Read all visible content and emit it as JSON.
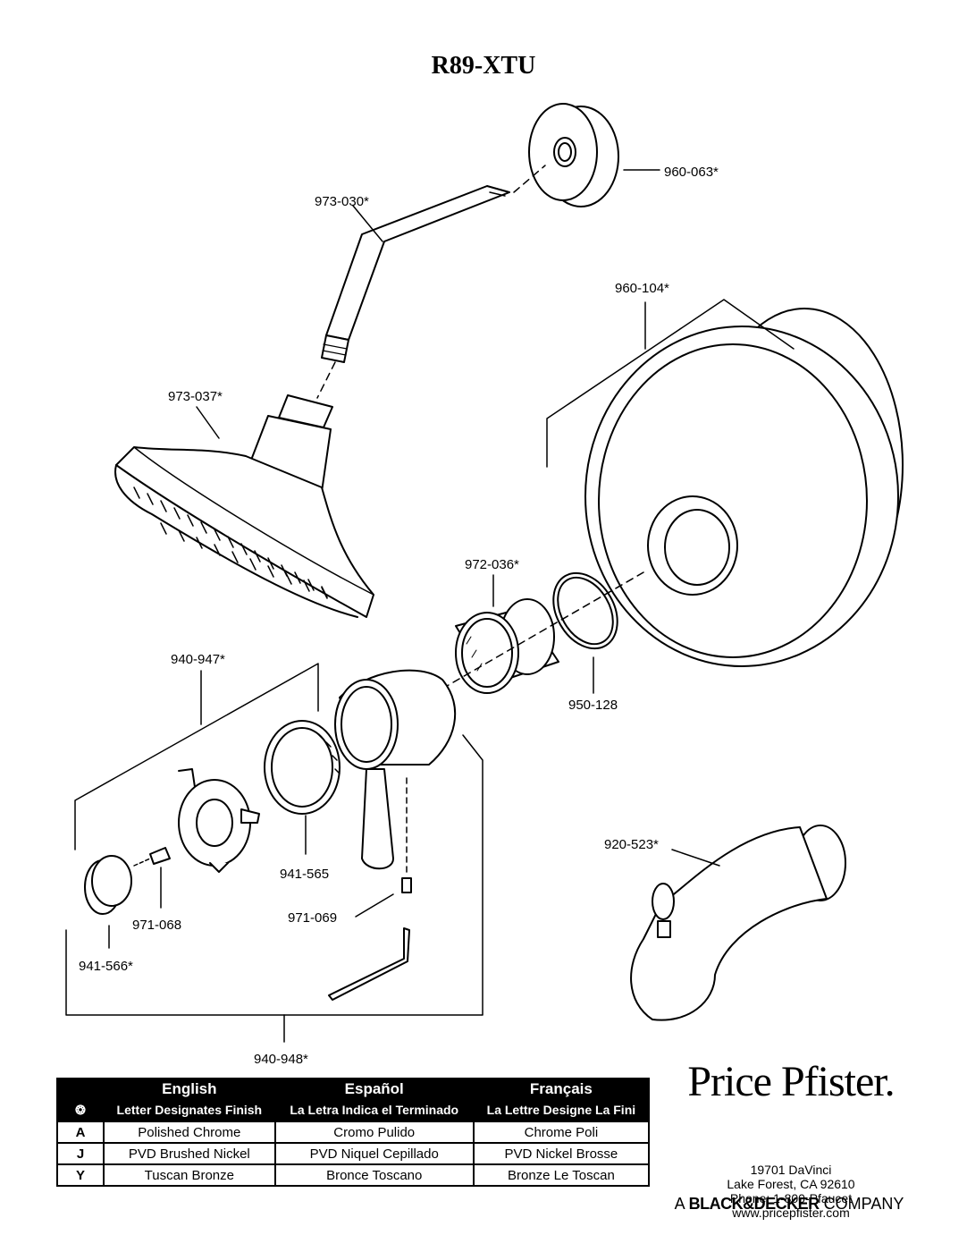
{
  "title": "R89-XTU",
  "parts": {
    "p960_063": "960-063*",
    "p973_030": "973-030*",
    "p960_104": "960-104*",
    "p973_037": "973-037*",
    "p972_036": "972-036*",
    "p950_128": "950-128",
    "p940_947": "940-947*",
    "p941_565": "941-565",
    "p971_068": "971-068",
    "p971_069": "971-069",
    "p941_566": "941-566*",
    "p920_523": "920-523*",
    "p940_948": "940-948*"
  },
  "finish_table": {
    "headers": [
      "English",
      "Español",
      "Français"
    ],
    "subheaders": [
      "Letter Designates Finish",
      "La Letra Indica el Terminado",
      "La Lettre Designe La Fini"
    ],
    "key_symbol": "❂",
    "rows": [
      {
        "code": "A",
        "en": "Polished Chrome",
        "es": "Cromo Pulido",
        "fr": "Chrome Poli"
      },
      {
        "code": "J",
        "en": "PVD Brushed Nickel",
        "es": "PVD Niquel Cepillado",
        "fr": "PVD Nickel Brosse"
      },
      {
        "code": "Y",
        "en": "Tuscan Bronze",
        "es": "Bronce Toscano",
        "fr": "Bronze Le Toscan"
      }
    ]
  },
  "brand": {
    "logo": "Price Pfister.",
    "address": [
      "19701 DaVinci",
      "Lake Forest, CA 92610",
      "Phone: 1-800-Pfaucet",
      "www.pricepfister.com"
    ],
    "company_prefix": "A",
    "company_name": "BLACK&DECKER",
    "company_suffix": "COMPANY"
  }
}
